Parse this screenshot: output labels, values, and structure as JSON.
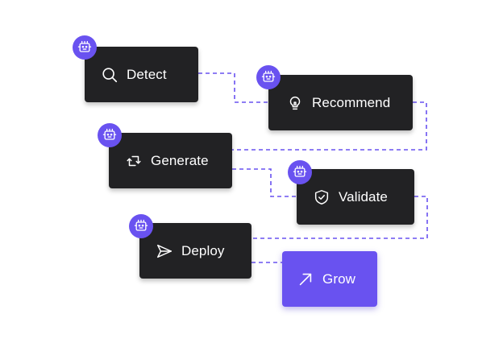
{
  "steps": {
    "detect": {
      "label": "Detect",
      "icon": "search-icon"
    },
    "recommend": {
      "label": "Recommend",
      "icon": "lightbulb-icon"
    },
    "generate": {
      "label": "Generate",
      "icon": "refresh-cycle-icon"
    },
    "validate": {
      "label": "Validate",
      "icon": "shield-check-icon"
    },
    "deploy": {
      "label": "Deploy",
      "icon": "send-icon"
    },
    "grow": {
      "label": "Grow",
      "icon": "arrow-up-right-icon"
    }
  },
  "badge_icon": "robot-icon",
  "colors": {
    "card": "#222224",
    "accent": "#6952f0",
    "connector": "#6952f0",
    "text": "#ffffff"
  }
}
